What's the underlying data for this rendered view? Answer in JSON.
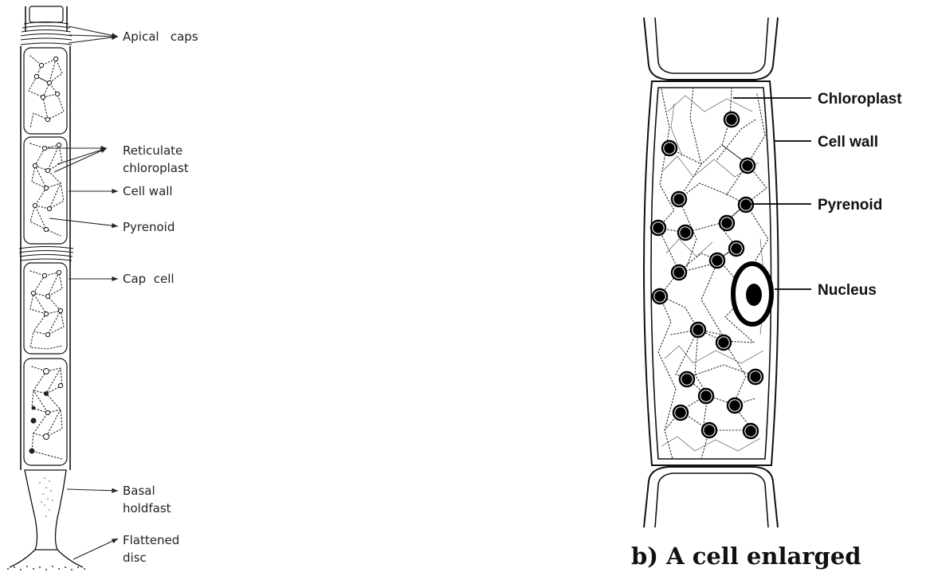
{
  "figure_a": {
    "labels": {
      "apical_caps": "Apical   caps",
      "reticulate_1": "Reticulate",
      "reticulate_2": "chloroplast",
      "cell_wall": "Cell wall",
      "pyrenoid": "Pyrenoid",
      "cap_cell": "Cap  cell",
      "basal_1": "Basal",
      "basal_2": "holdfast",
      "flattened_1": "Flattened",
      "flattened_2": "disc"
    }
  },
  "figure_b": {
    "labels": {
      "chloroplast": "Chloroplast",
      "cell_wall": "Cell wall",
      "pyrenoid": "Pyrenoid",
      "nucleus": "Nucleus"
    },
    "caption": "b) A cell enlarged"
  },
  "colors": {
    "ink": "#111111",
    "background": "#ffffff"
  }
}
